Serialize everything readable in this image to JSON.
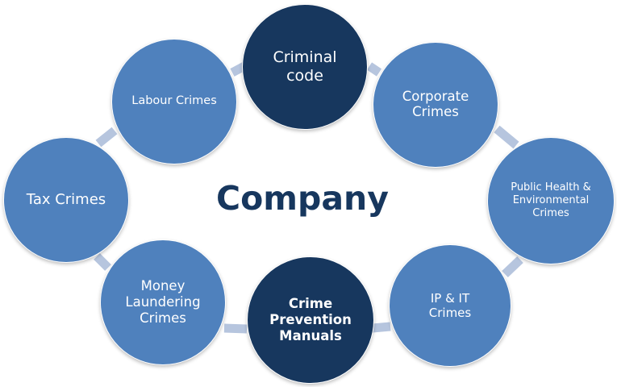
{
  "center_label": "Company",
  "nodes": {
    "criminal_code": "Criminal\ncode",
    "corporate_crimes": "Corporate\nCrimes",
    "public_health": "Public Health &\nEnvironmental\nCrimes",
    "ip_it": "IP & IT\nCrimes",
    "crime_prevention": "Crime\nPrevention\nManuals",
    "money_laundering": "Money\nLaundering\nCrimes",
    "tax_crimes": "Tax Crimes",
    "labour_crimes": "Labour Crimes"
  },
  "colors": {
    "light_node": "#4f81bd",
    "dark_node": "#17375e",
    "connector": "#b6c5de",
    "title": "#17375e"
  }
}
